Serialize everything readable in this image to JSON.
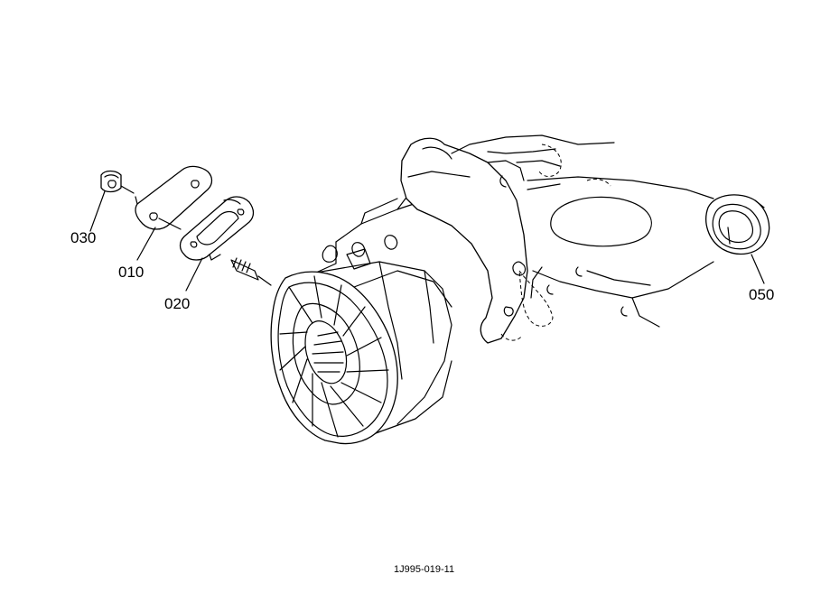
{
  "callouts": {
    "p030": "030",
    "p010": "010",
    "p020": "020",
    "p050": "050"
  },
  "figure_reference": "1J995-019-11"
}
